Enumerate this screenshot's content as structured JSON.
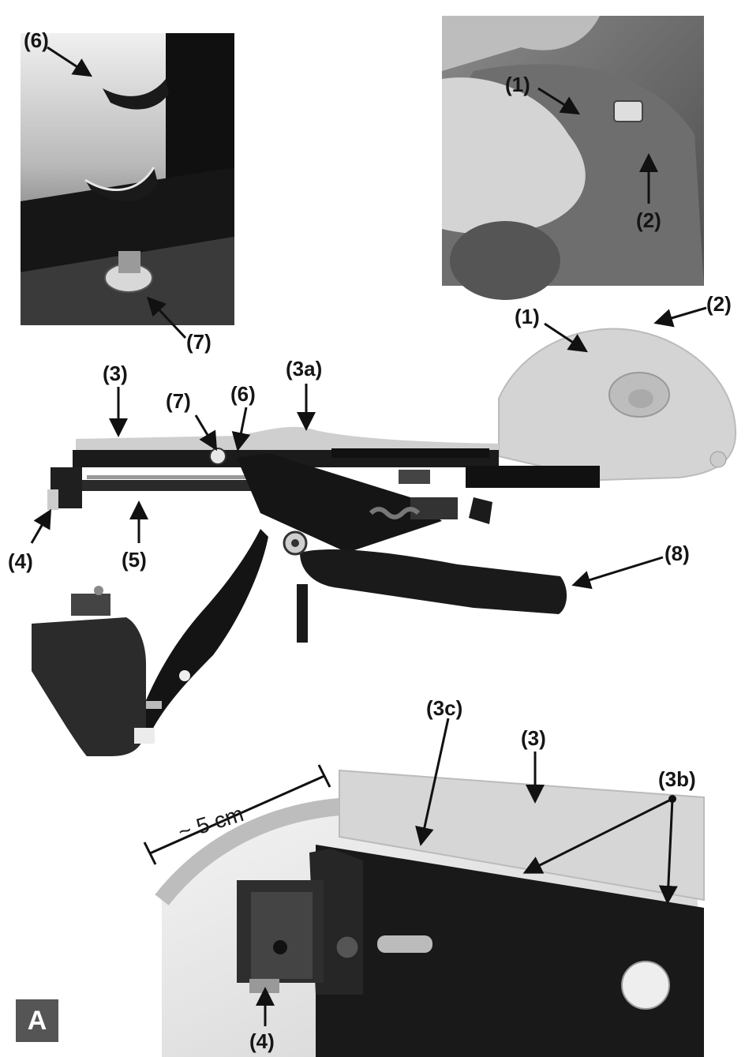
{
  "figure_badge": "A",
  "dimension_label": "~ 5 cm",
  "callouts": {
    "inset_a_6": "(6)",
    "inset_a_7": "(7)",
    "inset_b_1": "(1)",
    "inset_b_2": "(2)",
    "main_1": "(1)",
    "main_2": "(2)",
    "main_3": "(3)",
    "main_3a": "(3a)",
    "main_7": "(7)",
    "main_6": "(6)",
    "main_4": "(4)",
    "main_5": "(5)",
    "main_8": "(8)",
    "detail_3c": "(3c)",
    "detail_3": "(3)",
    "detail_3b": "(3b)",
    "detail_4": "(4)"
  }
}
